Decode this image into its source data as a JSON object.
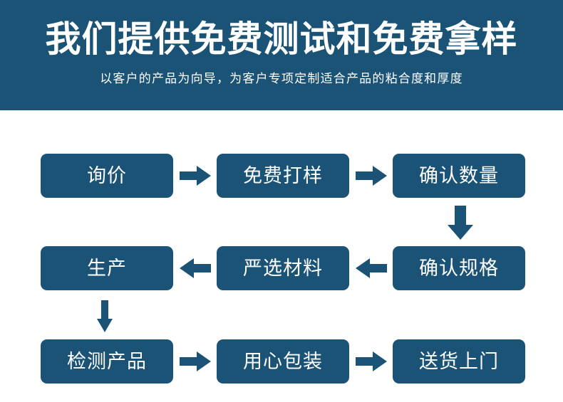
{
  "colors": {
    "brand_navy": "#1b5377",
    "box_fill": "#1b5377",
    "text_on_brand": "#ffffff",
    "page_background": "#ffffff"
  },
  "banner": {
    "title": "我们提供免费测试和免费拿样",
    "subtitle": "以客户的产品为向导，为客户专项定制适合产品的粘合度和厚度"
  },
  "flow": {
    "rows": [
      {
        "direction": "left-to-right",
        "boxes": [
          {
            "label": "询价"
          },
          {
            "label": "免费打样"
          },
          {
            "label": "确认数量"
          }
        ]
      },
      {
        "direction": "right-to-left",
        "boxes": [
          {
            "label": "生产"
          },
          {
            "label": "严选材料"
          },
          {
            "label": "确认规格"
          }
        ]
      },
      {
        "direction": "left-to-right",
        "boxes": [
          {
            "label": "检测产品"
          },
          {
            "label": "用心包装"
          },
          {
            "label": "送货上门"
          }
        ]
      }
    ],
    "connectors": [
      {
        "icon": "arrow-right-icon",
        "from": "询价",
        "to": "免费打样"
      },
      {
        "icon": "arrow-right-icon",
        "from": "免费打样",
        "to": "确认数量"
      },
      {
        "icon": "arrow-down-icon",
        "from": "确认数量",
        "to": "确认规格"
      },
      {
        "icon": "arrow-left-icon",
        "from": "确认规格",
        "to": "严选材料"
      },
      {
        "icon": "arrow-left-icon",
        "from": "严选材料",
        "to": "生产"
      },
      {
        "icon": "arrow-down-icon",
        "from": "生产",
        "to": "检测产品"
      },
      {
        "icon": "arrow-right-icon",
        "from": "检测产品",
        "to": "用心包装"
      },
      {
        "icon": "arrow-right-icon",
        "from": "用心包装",
        "to": "送货上门"
      }
    ]
  }
}
